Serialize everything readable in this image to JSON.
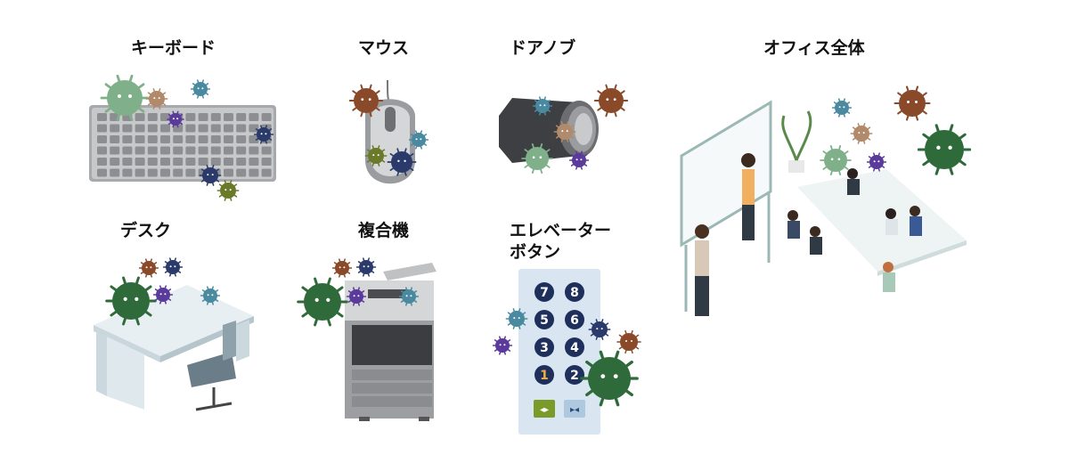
{
  "labels": {
    "keyboard": "キーボード",
    "mouse": "マウス",
    "doorknob": "ドアノブ",
    "office": "オフィス全体",
    "desk": "デスク",
    "copier": "複合機",
    "elevator_line1": "エレベーター",
    "elevator_line2": "ボタン"
  },
  "elevator_buttons": [
    "7",
    "8",
    "5",
    "6",
    "3",
    "4",
    "1",
    "2"
  ],
  "colors": {
    "virus_dark_green": "#2f6b3a",
    "virus_light_green": "#7fb08a",
    "virus_teal": "#4a8aa0",
    "virus_navy": "#2a3a6a",
    "virus_purple": "#5a3a9a",
    "virus_brown": "#8a4a2a",
    "virus_olive": "#6a7a2a",
    "virus_tan": "#b08a6a",
    "elevator_panel": "#d9e6f2",
    "elevator_button": "#1e2f5c",
    "elevator_highlight": "#f0b040"
  }
}
